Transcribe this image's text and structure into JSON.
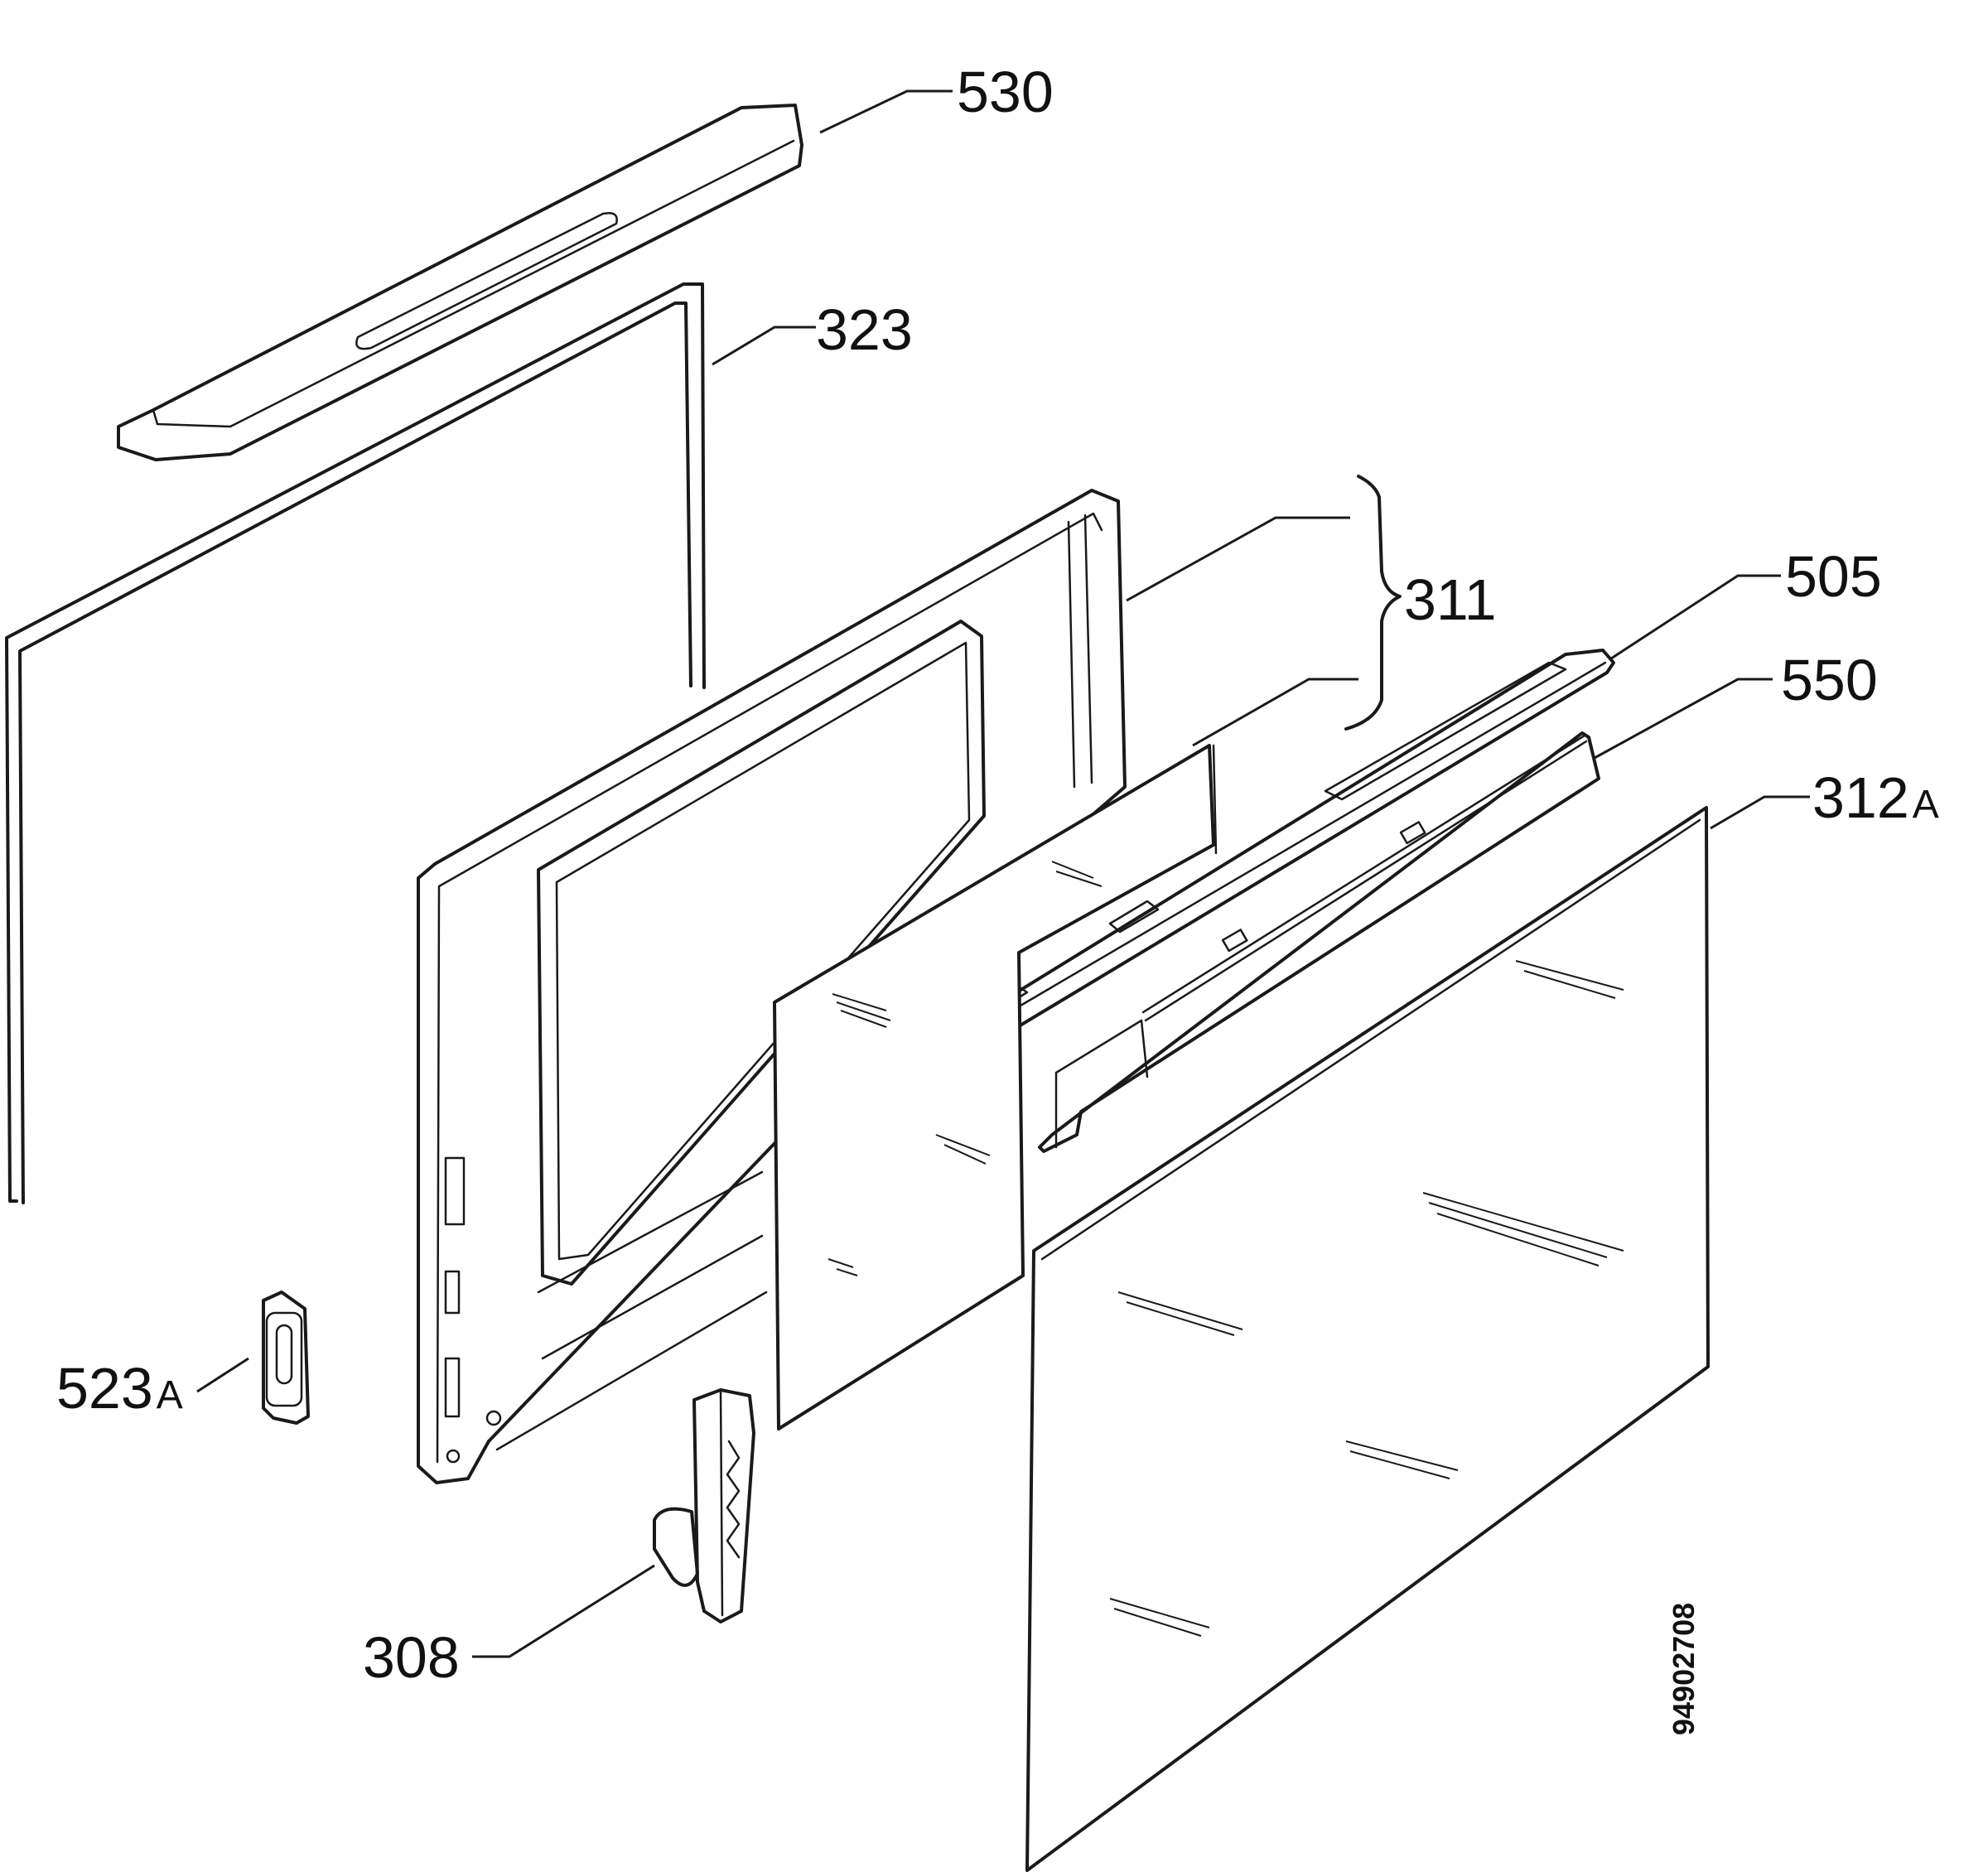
{
  "diagram": {
    "part_labels": {
      "p530": "530",
      "p323": "323",
      "p311": "311",
      "p505": "505",
      "p550": "550",
      "p312": "312",
      "p312_suffix": "A",
      "p523": "523",
      "p523_suffix": "A",
      "p308": "308"
    },
    "drawing_code": "94902708"
  }
}
